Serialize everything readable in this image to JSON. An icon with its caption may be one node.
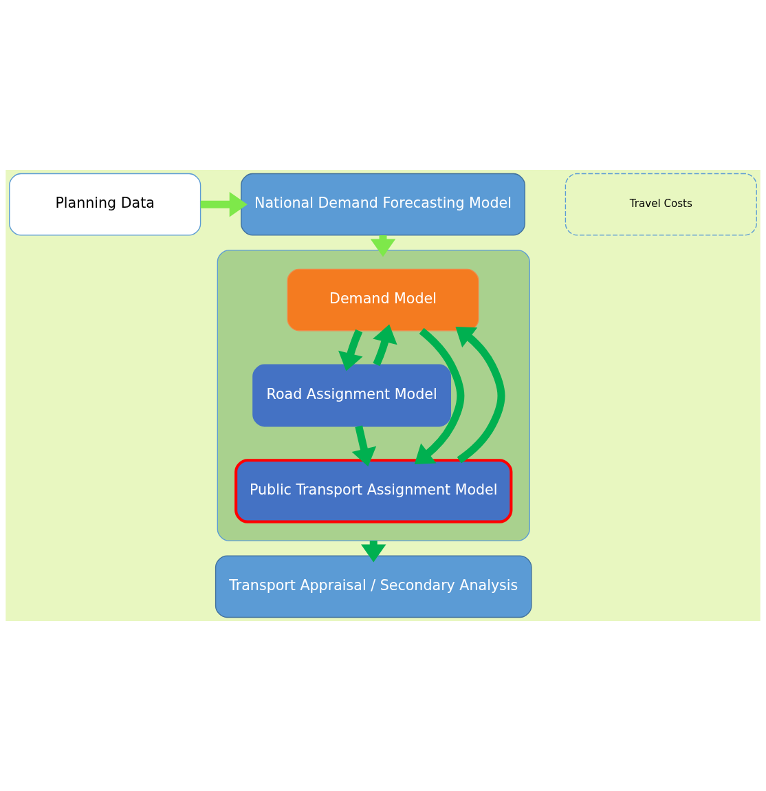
{
  "diagram": {
    "nodes": [
      {
        "text": [
          "Planning Data"
        ]
      },
      {
        "text": [
          "National Demand Forecasting Model"
        ]
      },
      {
        "text": [],
        "shape": "box"
      },
      {
        "text": [
          "Demand Model"
        ],
        "in": 2
      },
      {
        "text": [
          "Road Assignment Model"
        ],
        "in": 2
      },
      {
        "text": [
          "Public Transport Assignment Model"
        ],
        "in": 2
      },
      {
        "text": [
          "Travel Costs"
        ]
      },
      {
        "text": [
          "Transport Appraisal / Secondary Analysis"
        ]
      }
    ],
    "edges": [
      {
        "from": 0,
        "to": 1,
        "arrow": "to",
        "color": "#7ee84a"
      },
      {
        "from": 1,
        "to": 2,
        "arrow": "to",
        "color": "#7ee84a"
      },
      {
        "from": 3,
        "to": 4,
        "arrow": "to"
      },
      {
        "from": 3,
        "to": 5,
        "arrow": "to"
      },
      {
        "from": 4,
        "to": 5,
        "arrow": "to"
      },
      {
        "from": 4,
        "to": 3,
        "arrow": "to"
      },
      {
        "from": 5,
        "to": 3,
        "arrow": "to"
      },
      {
        "from": 2,
        "to": 7,
        "arrow": "to"
      }
    ]
  }
}
